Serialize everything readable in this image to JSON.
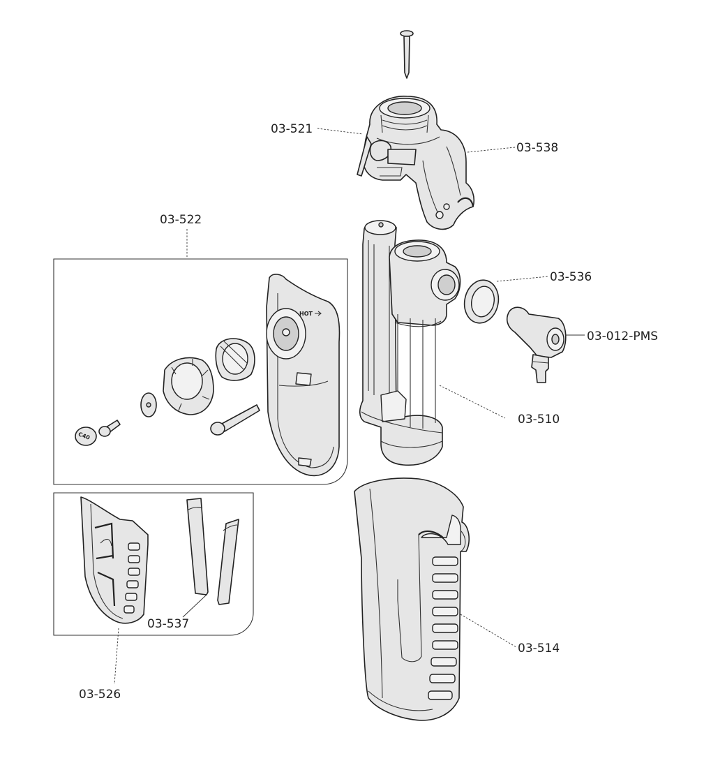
{
  "labels": {
    "p521": "03-521",
    "p538": "03-538",
    "p522": "03-522",
    "p536": "03-536",
    "p012": "03-012-PMS",
    "p510": "03-510",
    "p514": "03-514",
    "p537": "03-537",
    "p526": "03-526"
  },
  "part_markings": {
    "hot": "HOT",
    "cap_logo": "C40"
  }
}
